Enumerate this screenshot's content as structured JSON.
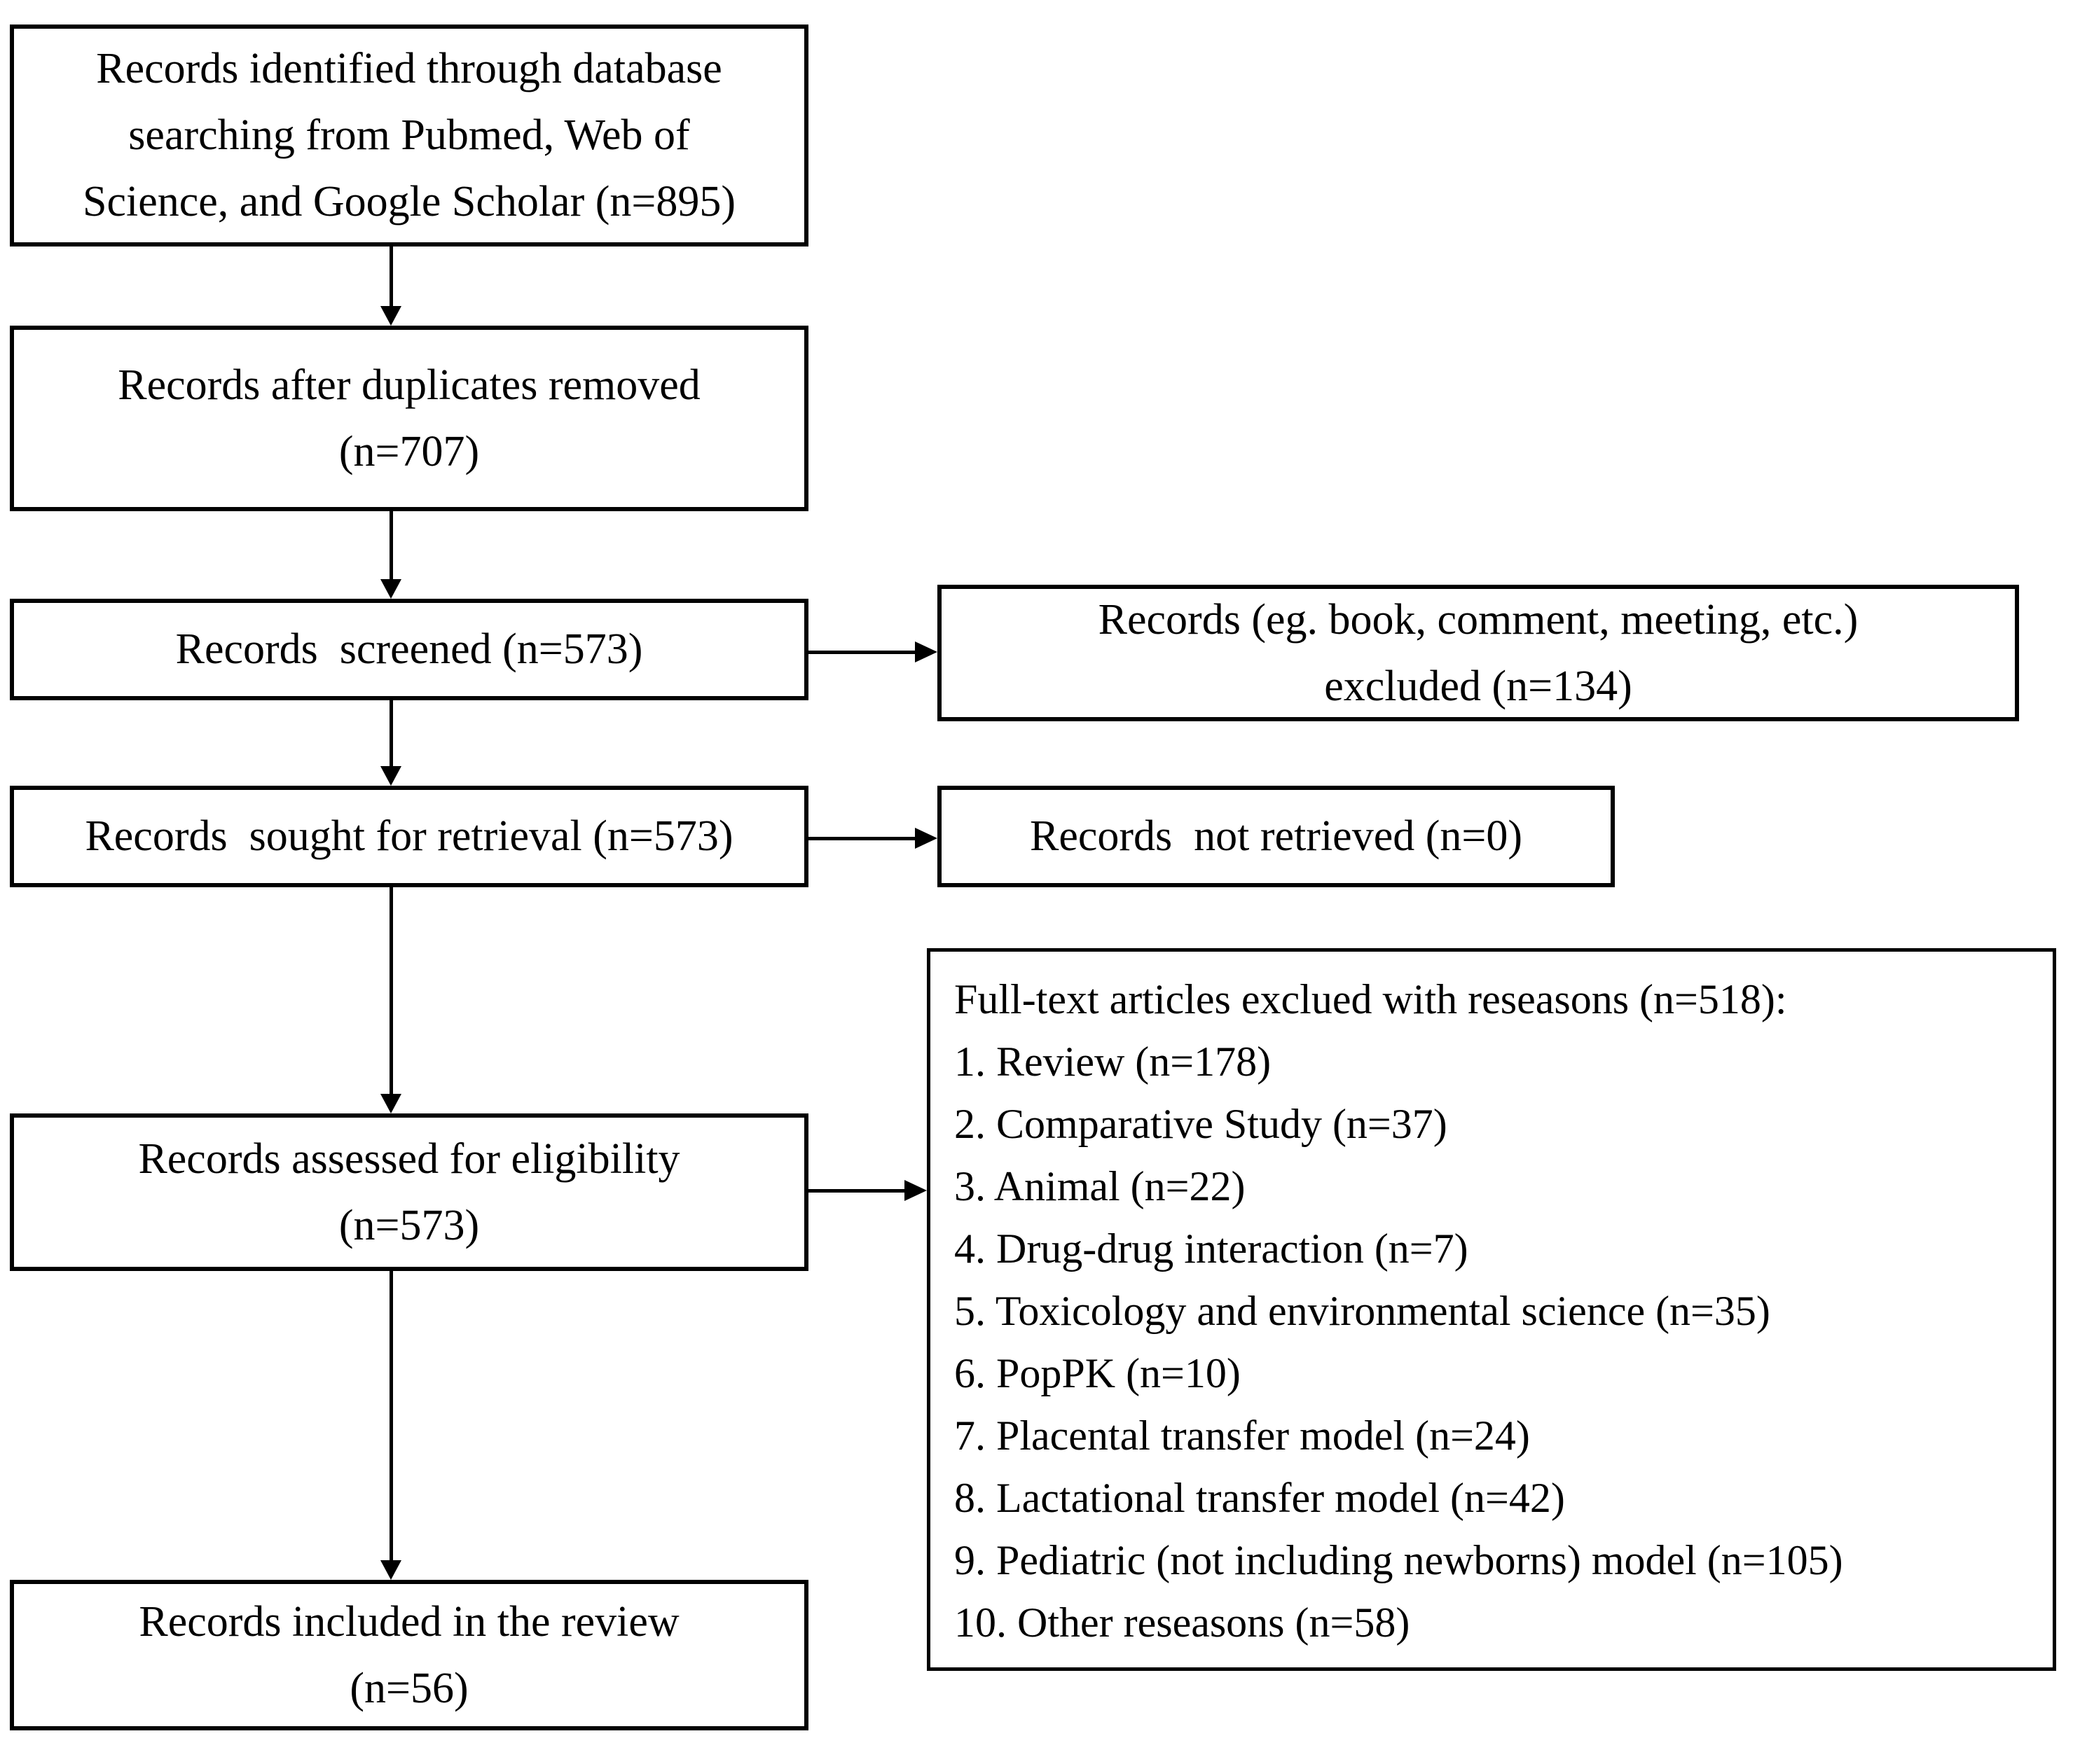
{
  "flowchart": {
    "left_column": {
      "identified": [
        "Records identified through database",
        "searching from Pubmed, Web of",
        "Science, and Google Scholar (n=895)"
      ],
      "deduplicated": [
        "Records after duplicates removed",
        "(n=707)"
      ],
      "screened": [
        "Records  screened (n=573)"
      ],
      "sought": [
        "Records  sought for retrieval (n=573)"
      ],
      "assessed": [
        "Records assessed for eligibility",
        "(n=573)"
      ],
      "included": [
        "Records included in the review",
        "(n=56)"
      ]
    },
    "right_column": {
      "excluded_records": [
        "Records (eg. book, comment, meeting, etc.)",
        "excluded (n=134)"
      ],
      "not_retrieved": [
        "Records  not retrieved (n=0)"
      ],
      "fulltext": {
        "title": "Full-text articles exclued with reseasons (n=518):",
        "reasons": [
          "1. Review (n=178)",
          "2. Comparative Study (n=37)",
          "3. Animal (n=22)",
          "4. Drug-drug interaction (n=7)",
          "5. Toxicology and environmental science (n=35)",
          "6. PopPK (n=10)",
          "7. Placental transfer model (n=24)",
          "8. Lactational transfer model (n=42)",
          "9. Pediatric (not including newborns) model (n=105)",
          "10. Other reseasons (n=58)"
        ]
      }
    },
    "colors": {
      "border": "#000000",
      "background": "#ffffff",
      "text": "#000000"
    }
  }
}
